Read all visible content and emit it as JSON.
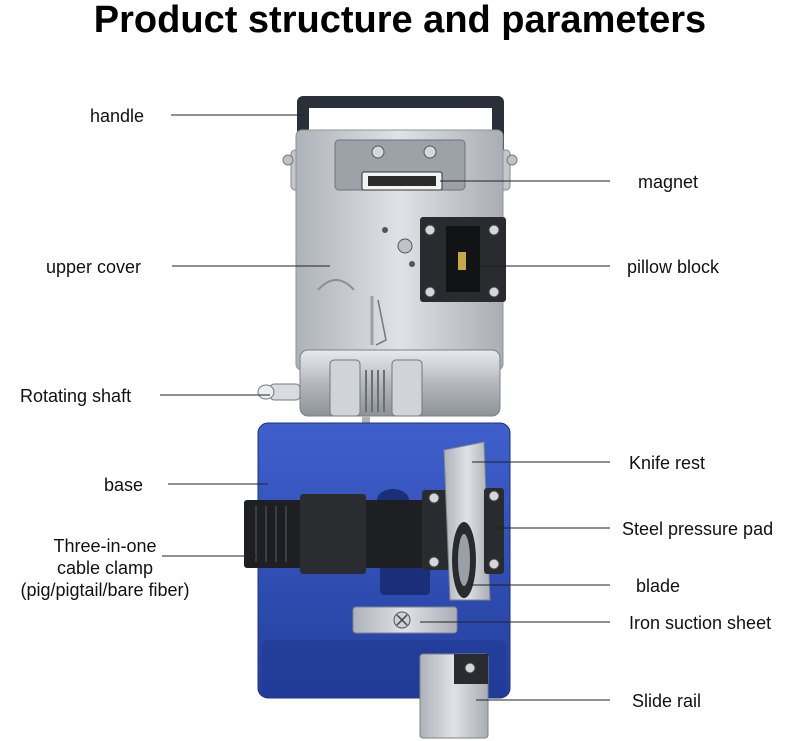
{
  "title": "Product structure and parameters",
  "labels": {
    "handle": "handle",
    "magnet": "magnet",
    "upper_cover": "upper cover",
    "pillow_block": "pillow block",
    "rotating_shaft": "Rotating shaft",
    "base": "base",
    "knife_rest": "Knife rest",
    "steel_pressure_pad": "Steel pressure pad",
    "clamp_line1": "Three-in-one",
    "clamp_line2": "cable clamp",
    "clamp_line3": "(pig/pigtail/bare fiber)",
    "blade": "blade",
    "iron_suction_sheet": "Iron suction sheet",
    "slide_rail": "Slide rail"
  },
  "colors": {
    "base_blue": "#2f4fb8",
    "metal_silver": "#c9cdd2",
    "handle_dark": "#2a2f3a",
    "clamp_black": "#1e1f22"
  }
}
